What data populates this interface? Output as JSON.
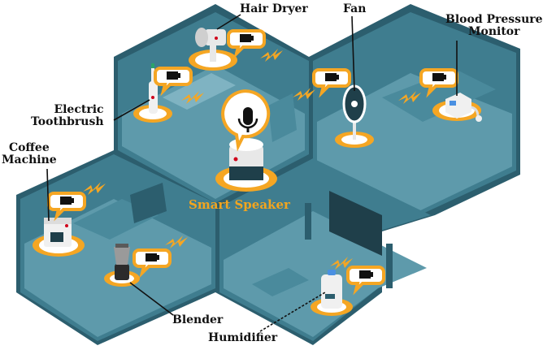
{
  "hub": {
    "label": "Smart Speaker"
  },
  "devices": {
    "hair_dryer": "Hair Dryer",
    "fan": "Fan",
    "blood_pressure_monitor": "Blood Pressure\nMonitor",
    "electric_toothbrush": "Electric\nToothbrush",
    "coffee_machine": "Coffee\nMachine",
    "blender": "Blender",
    "humidifier": "Humidifier"
  },
  "colors": {
    "wall": "#3f7d8f",
    "wall_dark": "#2c5e6e",
    "floor": "#5e9aab",
    "accent": "#f5a623",
    "outline": "#1f3f4a"
  },
  "icons": [
    "battery-icon",
    "microphone-icon",
    "signal-bolt-icon"
  ]
}
